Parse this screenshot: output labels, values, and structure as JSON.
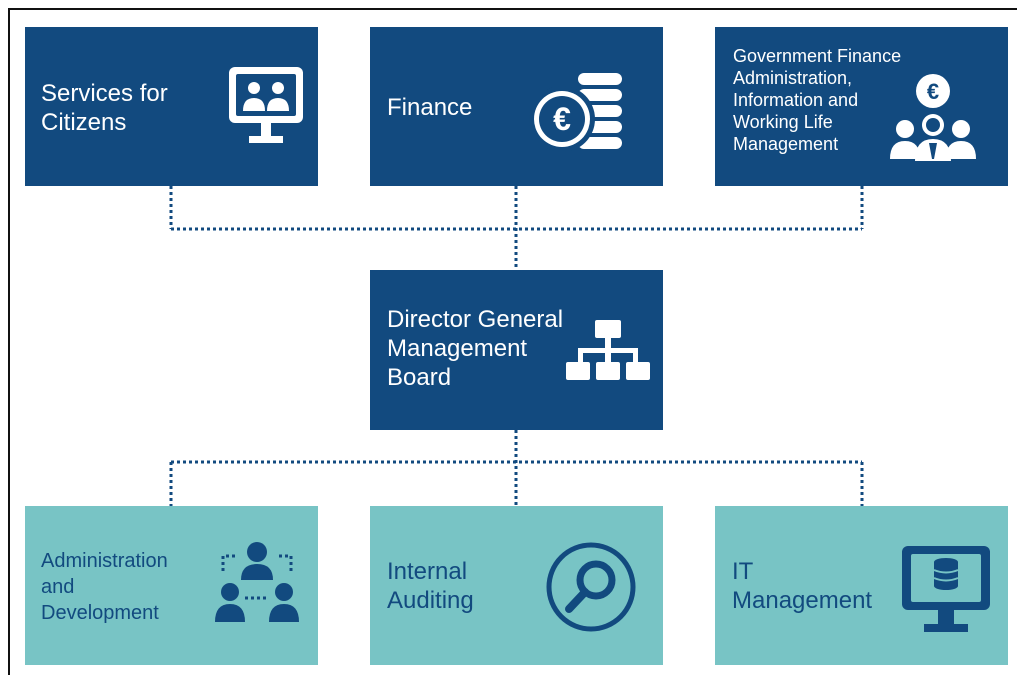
{
  "top_units": [
    {
      "label": "Services for\nCitizens",
      "icon": "video-call-monitor-icon"
    },
    {
      "label": "Finance",
      "icon": "euro-coins-icon"
    },
    {
      "label": "Government Finance\nAdministration,\nInformation and\nWorking Life\nManagement",
      "icon": "euro-people-group-icon"
    }
  ],
  "center_unit": {
    "label": "Director General\nManagement\nBoard",
    "icon": "org-chart-icon"
  },
  "bottom_units": [
    {
      "label": "Administration\nand\nDevelopment",
      "icon": "team-development-icon"
    },
    {
      "label": "Internal\nAuditing",
      "icon": "magnifier-icon"
    },
    {
      "label": "IT\nManagement",
      "icon": "database-monitor-icon"
    }
  ],
  "colors": {
    "dark_box": "#124a7f",
    "light_box": "#78c4c5",
    "connector": "#124a7f"
  }
}
